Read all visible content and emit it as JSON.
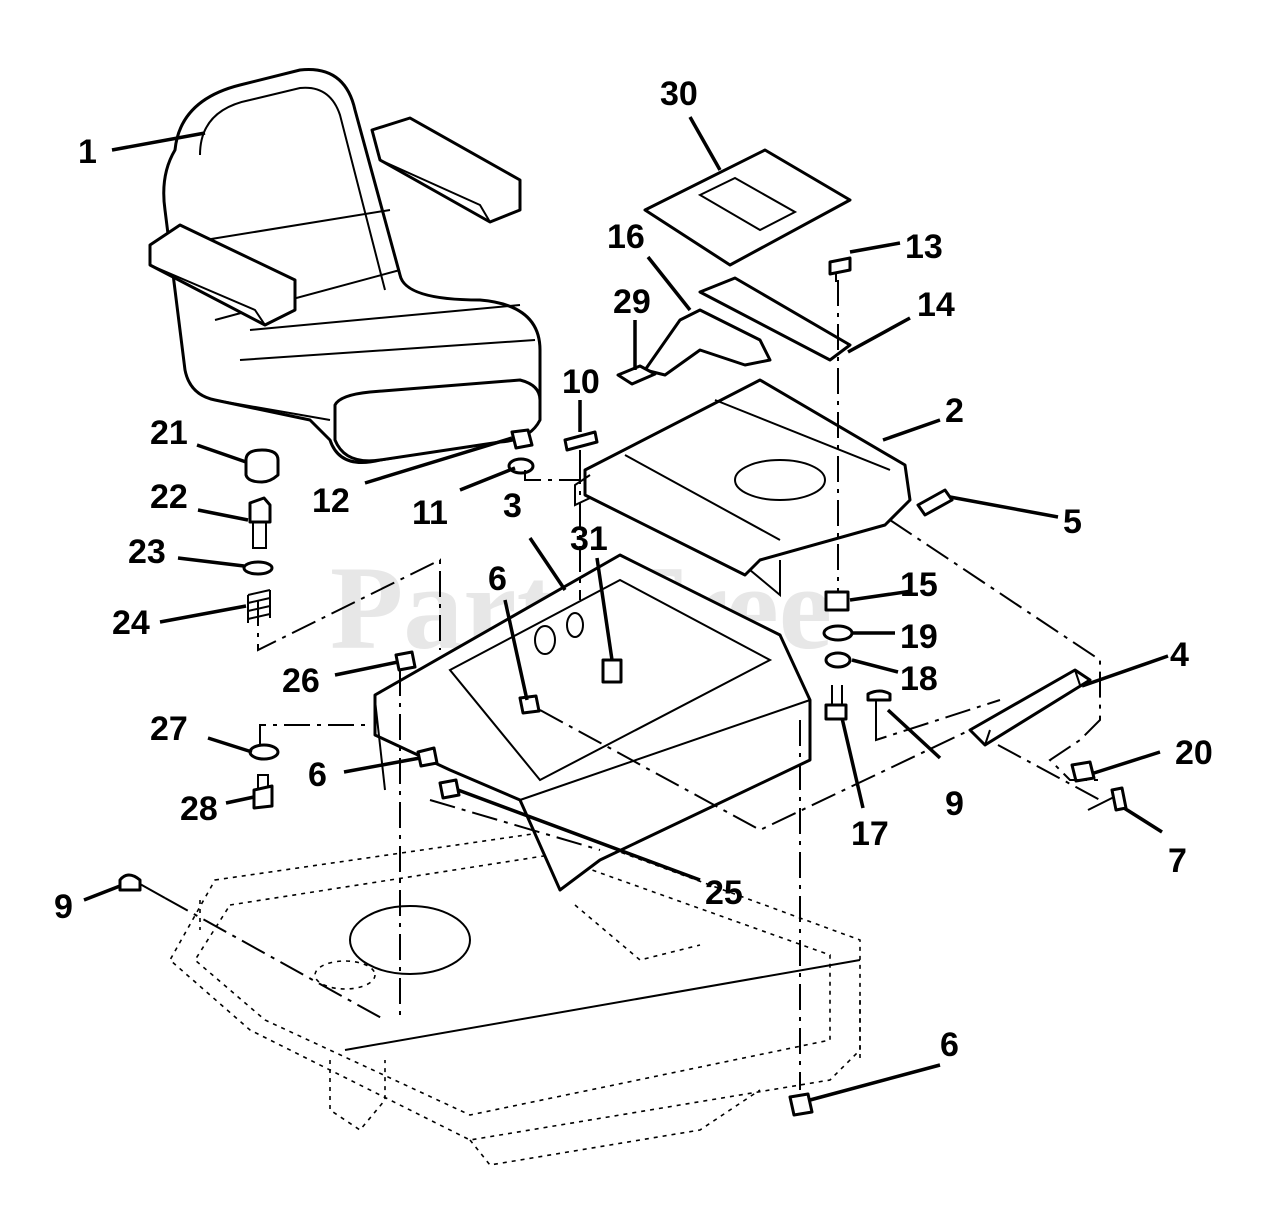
{
  "diagram": {
    "watermark": "PartsTree",
    "callouts": [
      "1",
      "30",
      "16",
      "13",
      "29",
      "14",
      "10",
      "2",
      "21",
      "12",
      "11",
      "22",
      "5",
      "3",
      "31",
      "23",
      "6",
      "15",
      "24",
      "19",
      "26",
      "4",
      "18",
      "27",
      "6",
      "20",
      "9",
      "28",
      "17",
      "7",
      "25",
      "9",
      "6"
    ]
  }
}
